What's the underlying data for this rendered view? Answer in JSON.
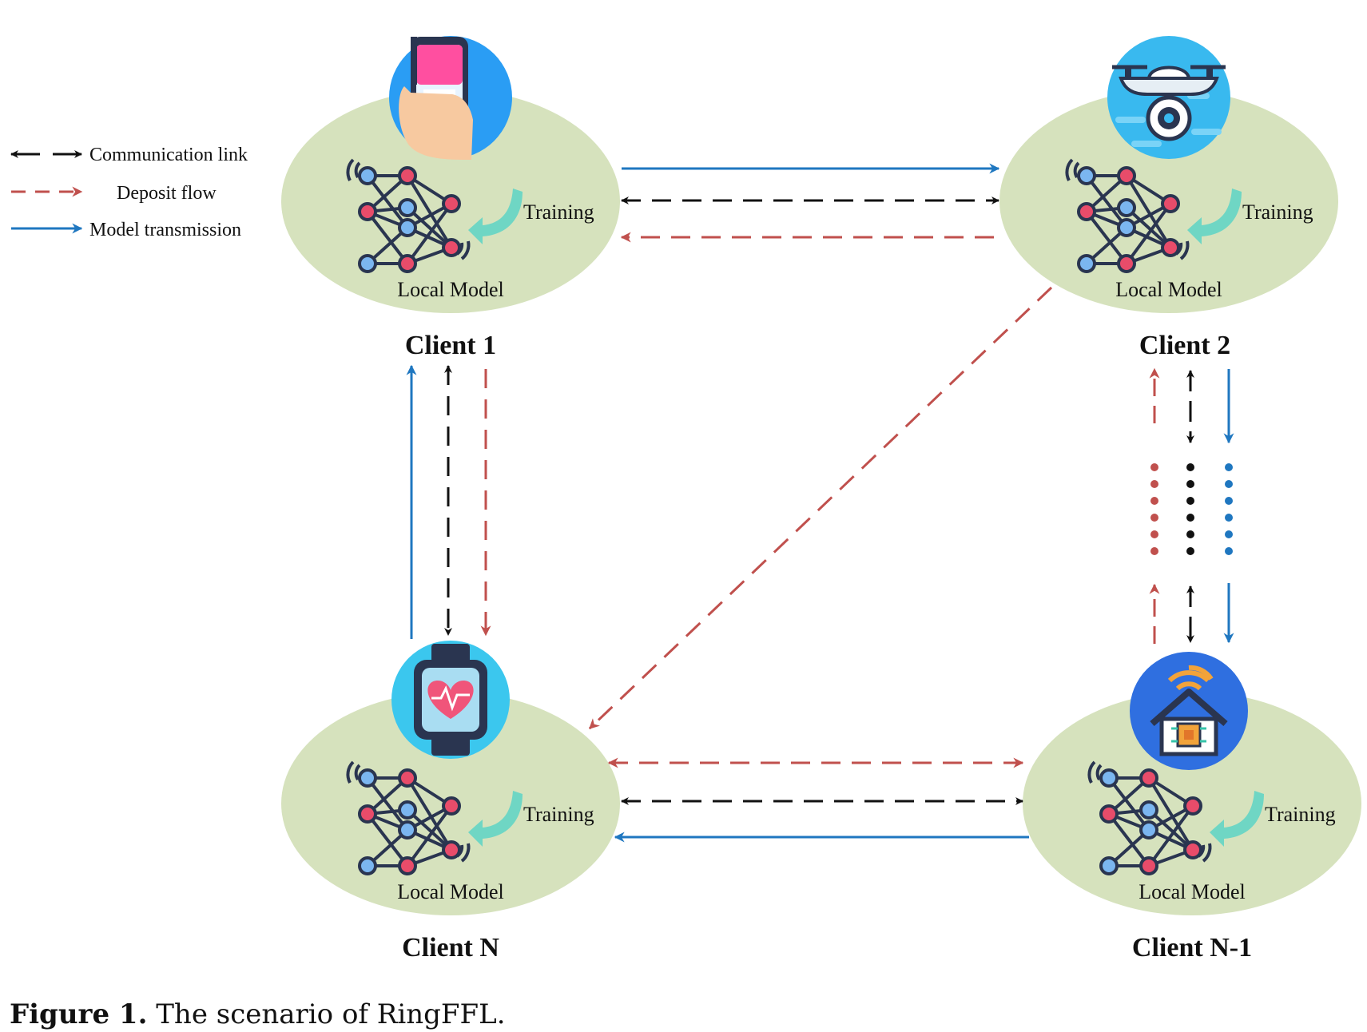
{
  "legend": {
    "communication": "Communication link",
    "deposit": "Deposit flow",
    "model": "Model transmission"
  },
  "clients": [
    {
      "name": "Client 1",
      "training": "Training",
      "local_model": "Local Model",
      "device": "smartphone-icon"
    },
    {
      "name": "Client 2",
      "training": "Training",
      "local_model": "Local Model",
      "device": "drone-icon"
    },
    {
      "name": "Client N",
      "training": "Training",
      "local_model": "Local Model",
      "device": "smartwatch-icon"
    },
    {
      "name": "Client N-1",
      "training": "Training",
      "local_model": "Local Model",
      "device": "smart-home-icon"
    }
  ],
  "caption": {
    "label": "Figure 1.",
    "text": "The scenario of RingFFL."
  },
  "colors": {
    "communication": "#111111",
    "deposit": "#c0504d",
    "model": "#1f77c0",
    "node_fill": "#d6e2bd"
  }
}
